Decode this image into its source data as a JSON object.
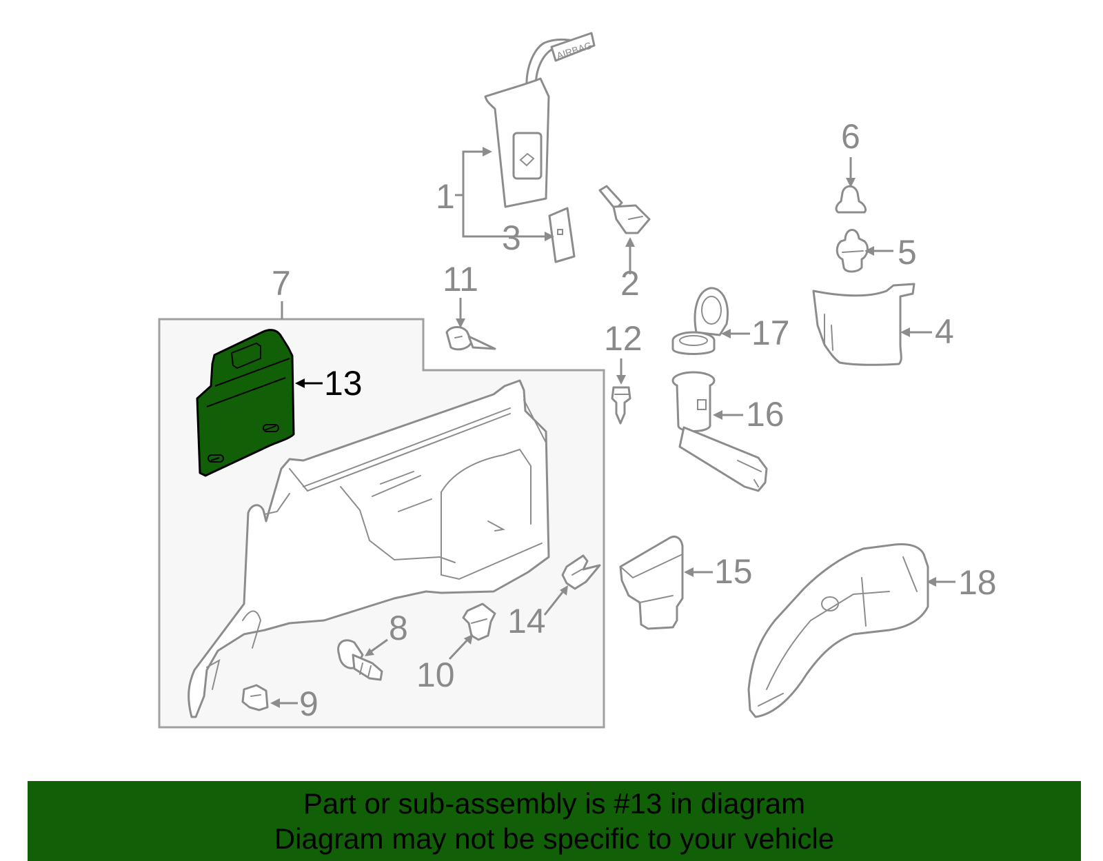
{
  "diagram": {
    "labels": [
      "1",
      "2",
      "3",
      "4",
      "5",
      "6",
      "7",
      "8",
      "9",
      "10",
      "11",
      "12",
      "13",
      "14",
      "15",
      "16",
      "17",
      "18"
    ],
    "highlighted_part": "13",
    "airbag_tag": "AIRBAG",
    "highlight_color": "#116008",
    "line_color": "#8c8c8c",
    "group_box_fill": "#f7f7f7"
  },
  "banner": {
    "line1": "Part or sub-assembly is #13 in diagram",
    "line2": "Diagram may not be specific to your vehicle",
    "background": "#116008"
  }
}
